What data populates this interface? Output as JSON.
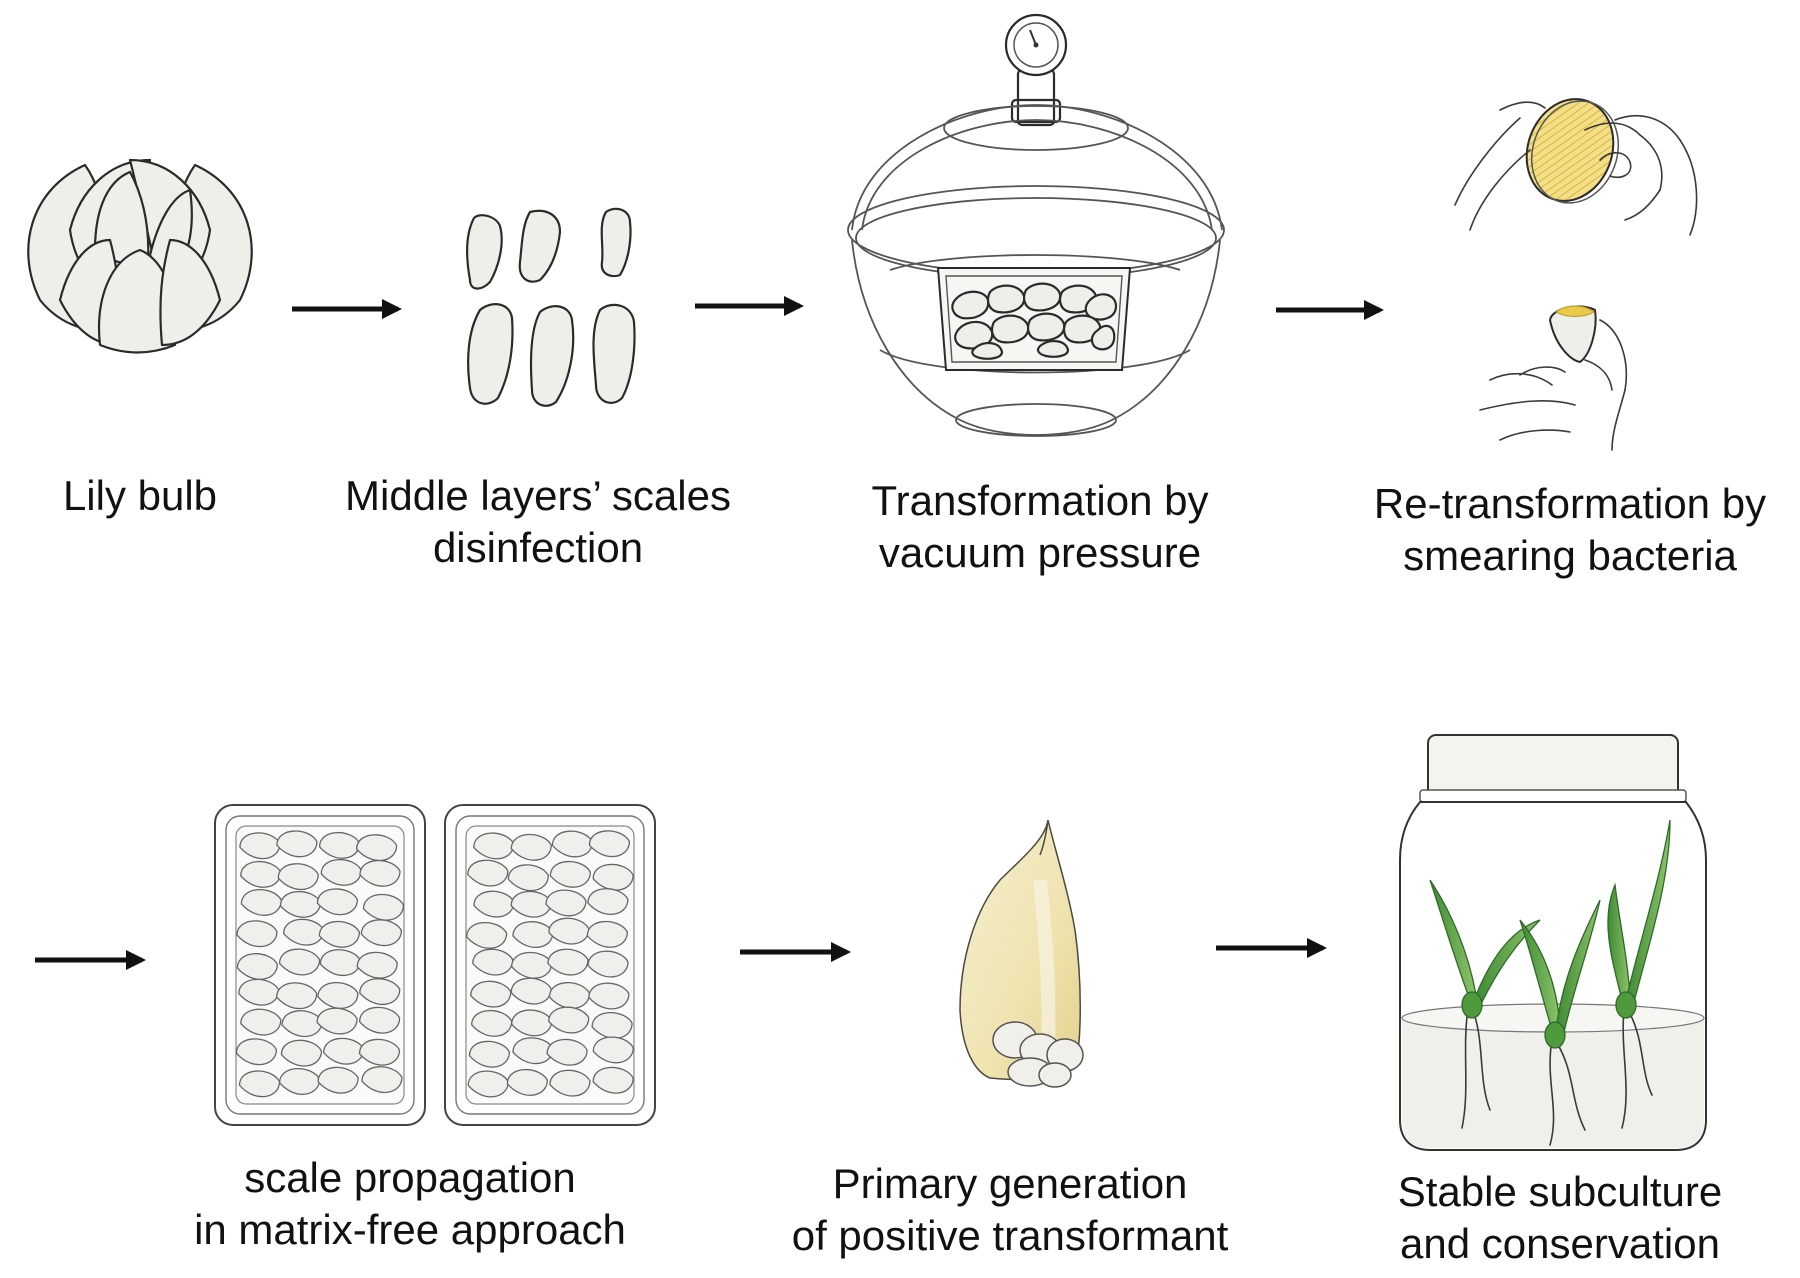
{
  "steps": [
    {
      "lines": [
        "Lily bulb"
      ]
    },
    {
      "lines": [
        "Middle layers’ scales",
        "disinfection"
      ]
    },
    {
      "lines": [
        "Transformation by",
        "vacuum pressure"
      ]
    },
    {
      "lines": [
        "Re-transformation by",
        "smearing bacteria"
      ]
    },
    {
      "lines": [
        "scale propagation",
        "in matrix-free approach"
      ]
    },
    {
      "lines": [
        "Primary generation",
        "of positive transformant"
      ]
    },
    {
      "lines": [
        "Stable subculture",
        "and conservation"
      ]
    }
  ],
  "colors": {
    "ink": "#2b2b2b",
    "scale_fill": "#efefea",
    "bacteria_yellow": "#e8c94a",
    "leaf_green": "#5fa84a",
    "scale_cream": "#f3ecc6",
    "medium": "#f1f1ec"
  }
}
